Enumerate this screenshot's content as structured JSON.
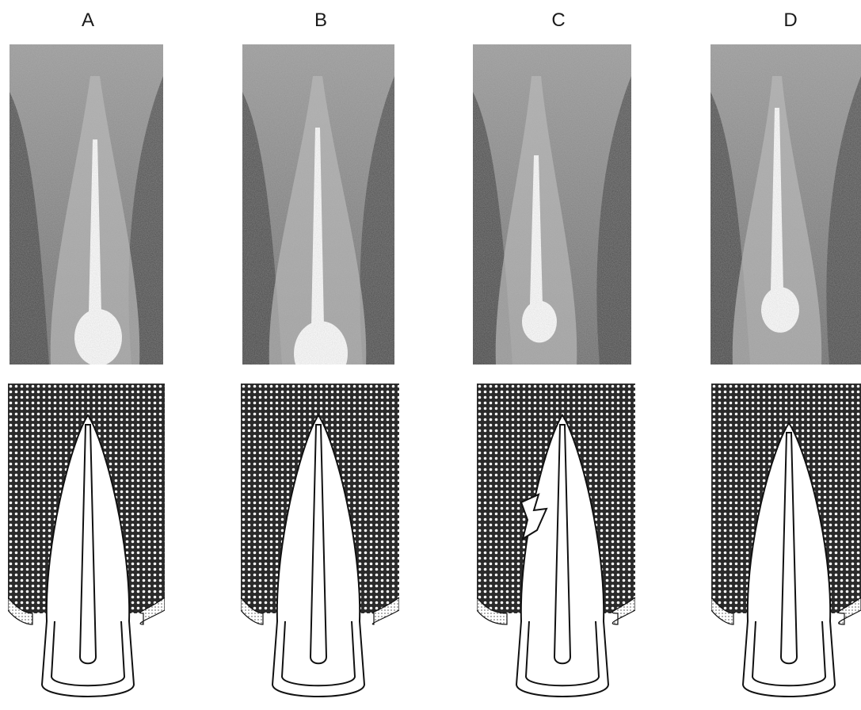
{
  "panels": [
    {
      "label": "A",
      "variant": "A"
    },
    {
      "label": "B",
      "variant": "B"
    },
    {
      "label": "C",
      "variant": "C"
    },
    {
      "label": "D",
      "variant": "D"
    }
  ],
  "colors": {
    "background": "#ffffff",
    "bone_pattern": "#2a2a2a",
    "xray_light": "#b8b8b8",
    "xray_dark": "#3a3a3a",
    "filling": "#ffffff",
    "outline": "#111111"
  }
}
